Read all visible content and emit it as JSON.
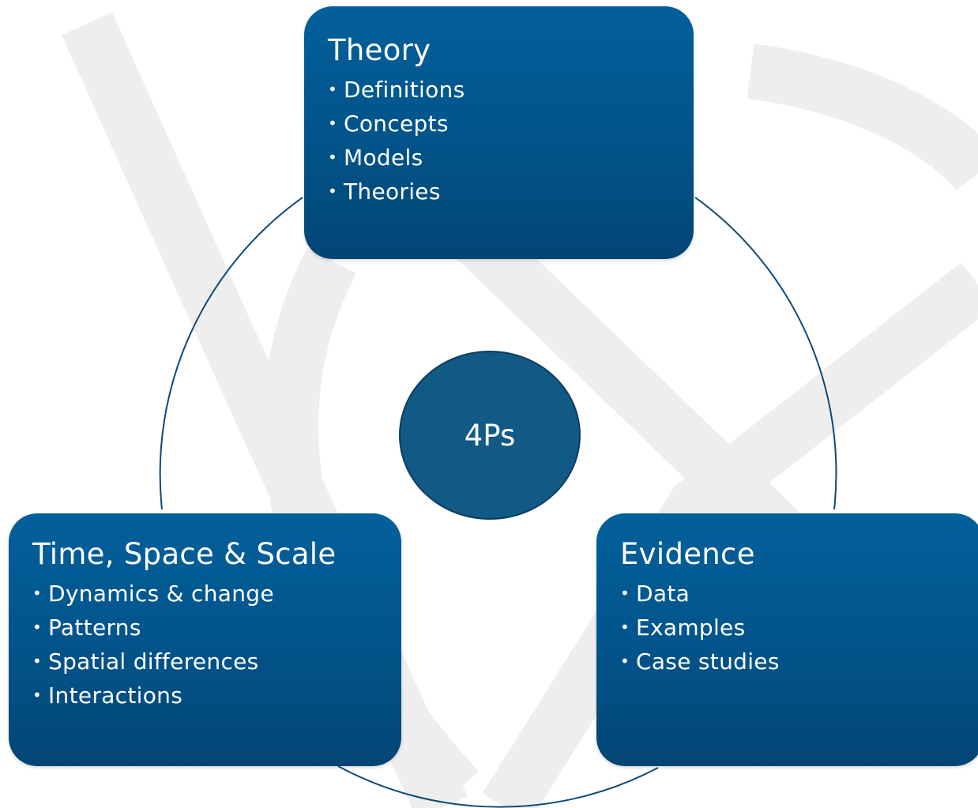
{
  "center": {
    "label": "4Ps"
  },
  "boxes": {
    "theory": {
      "title": "Theory",
      "items": [
        "Definitions",
        "Concepts",
        "Models",
        "Theories"
      ]
    },
    "time_space_scale": {
      "title": "Time, Space & Scale",
      "items": [
        "Dynamics & change",
        "Patterns",
        "Spatial differences",
        "Interactions"
      ]
    },
    "evidence": {
      "title": "Evidence",
      "items": [
        "Data",
        "Examples",
        "Case studies"
      ]
    }
  },
  "colors": {
    "box_fill": "#02538a",
    "center_fill": "#115a86",
    "ring_stroke": "#0d4a78",
    "text": "#ffffff"
  }
}
